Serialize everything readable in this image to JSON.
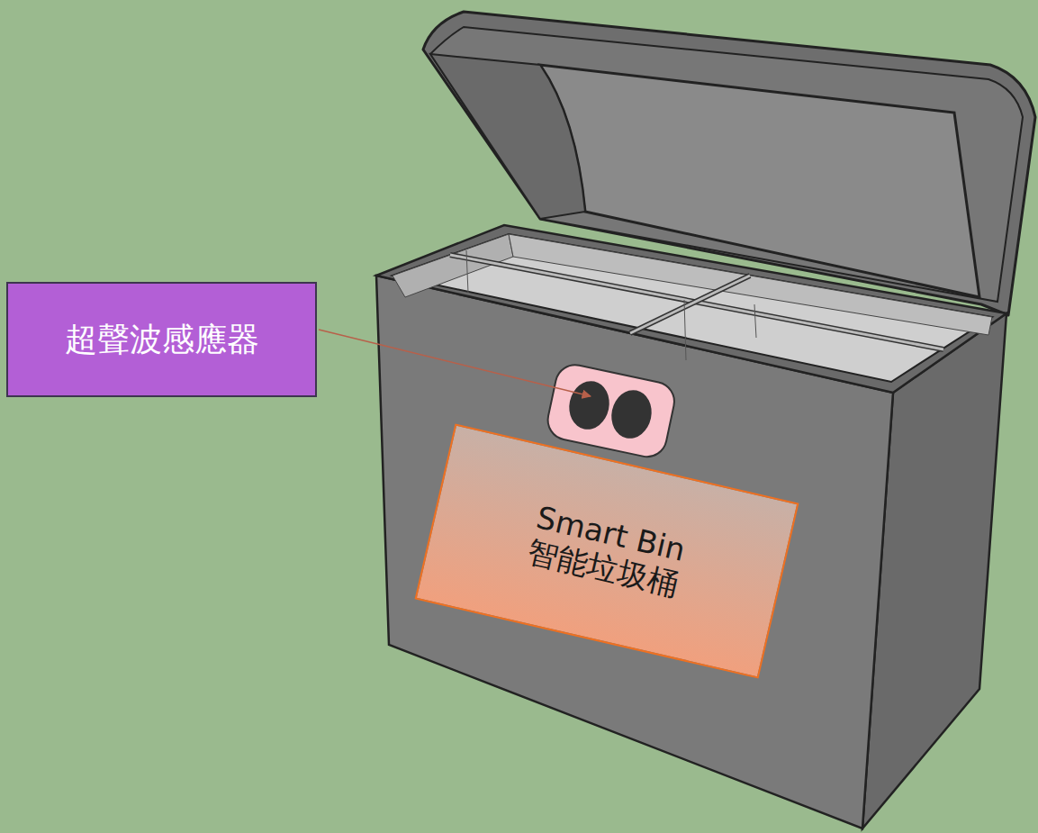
{
  "diagram": {
    "nodes": [
      {
        "text": [
          "超聲波感應器"
        ]
      },
      {
        "text": [
          "Smart Bin",
          "智能垃圾桶"
        ]
      }
    ]
  }
}
